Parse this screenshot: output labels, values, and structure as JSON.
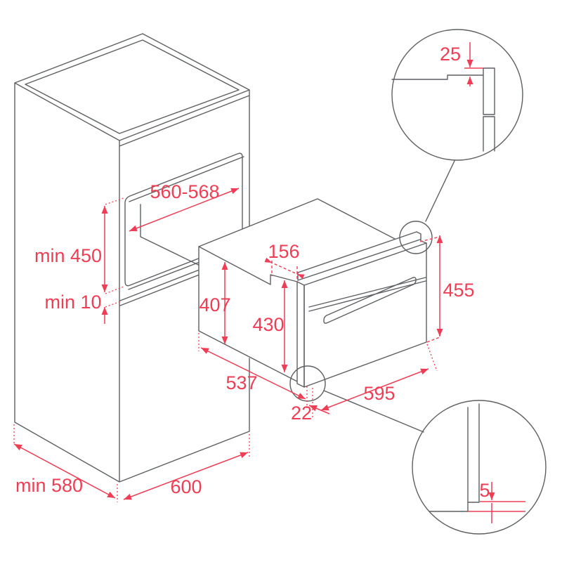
{
  "colors": {
    "line": "#5d5f62",
    "accent": "#ee3e56",
    "background": "#ffffff"
  },
  "diagram_type": "oven-built-in-installation-dimensions",
  "dimensions": {
    "cabinet": {
      "niche_width": "560-568",
      "niche_height_min": "min 450",
      "bottom_clearance_min": "min 10",
      "cabinet_depth_min": "min 580",
      "cabinet_width": "600"
    },
    "oven": {
      "body_height": "407",
      "front_inner_height": "430",
      "top_setback": "156",
      "front_total_height": "455",
      "body_depth": "537",
      "front_width": "595",
      "front_bottom_overhang": "22"
    },
    "details": {
      "rear_trim_overlap": "25",
      "bottom_front_gap": "5"
    }
  }
}
